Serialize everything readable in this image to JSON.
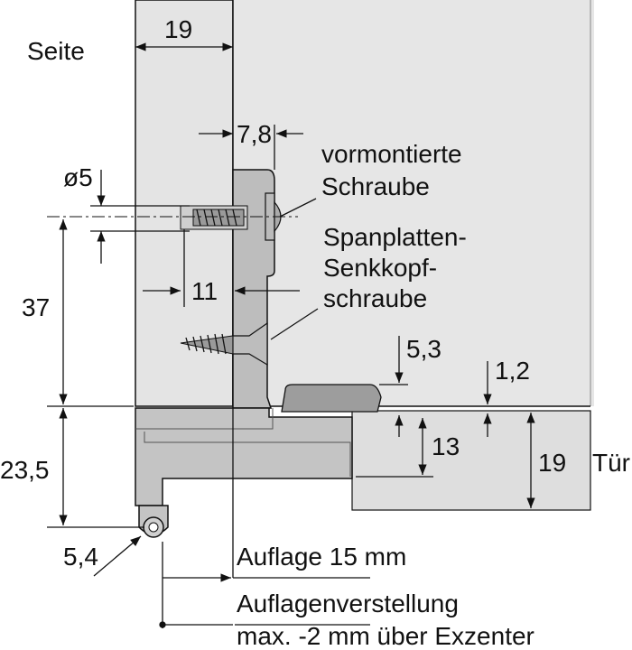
{
  "labels": {
    "side": "Seite",
    "door": "Tür",
    "dim_side_thickness": "19",
    "dim_screw_offset": "7,8",
    "dim_hole_diameter": "ø5",
    "dim_height_37": "37",
    "dim_11": "11",
    "dim_23_5": "23,5",
    "dim_5_3": "5,3",
    "dim_1_2": "1,2",
    "dim_13": "13",
    "dim_door_thickness": "19",
    "dim_5_4": "5,4",
    "premounted_screw_line1": "vormontierte",
    "premounted_screw_line2": "Schraube",
    "chipboard_screw_line1": "Spanplatten-",
    "chipboard_screw_line2": "Senkkopf-",
    "chipboard_screw_line3": "schraube",
    "overlay": "Auflage 15 mm",
    "overlay_adjust_line1": "Auflagenverstellung",
    "overlay_adjust_line2": "max. -2 mm über Exzenter"
  },
  "colors": {
    "panel_fill": "#e4e4e4",
    "door_fill": "#d9d9d9",
    "hinge_fill": "#bfbfbf",
    "hinge_dark": "#9a9a9a",
    "line": "#111111"
  }
}
